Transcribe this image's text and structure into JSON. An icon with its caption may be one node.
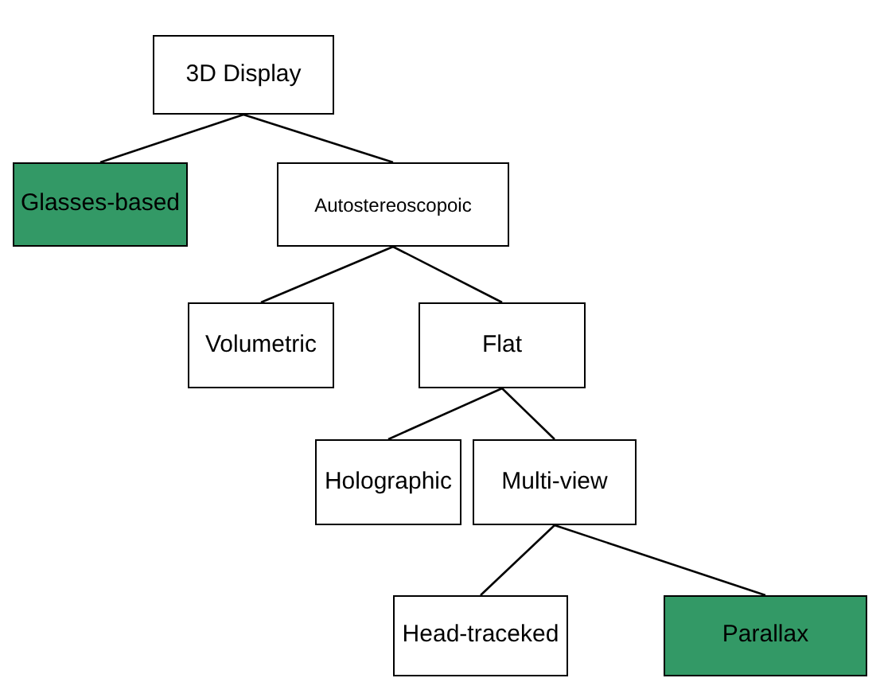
{
  "diagram": {
    "nodes": [
      {
        "text": [
          "3D Display"
        ]
      },
      {
        "text": [
          "Glasses-based"
        ]
      },
      {
        "text": [
          "Autostereoscopoic"
        ]
      },
      {
        "text": [
          "Volumetric"
        ]
      },
      {
        "text": [
          "Flat"
        ]
      },
      {
        "text": [
          "Holographic"
        ]
      },
      {
        "text": [
          "Multi-view"
        ]
      },
      {
        "text": [
          "Head-traceked"
        ]
      },
      {
        "text": [
          "Parallax"
        ]
      }
    ],
    "edges": [
      {
        "from": 0,
        "to": 1,
        "arrow": "none"
      },
      {
        "from": 0,
        "to": 2,
        "arrow": "none"
      },
      {
        "from": 2,
        "to": 3,
        "arrow": "none"
      },
      {
        "from": 2,
        "to": 4,
        "arrow": "none"
      },
      {
        "from": 4,
        "to": 5,
        "arrow": "none"
      },
      {
        "from": 4,
        "to": 6,
        "arrow": "none"
      },
      {
        "from": 6,
        "to": 7,
        "arrow": "none"
      },
      {
        "from": 6,
        "to": 8,
        "arrow": "none"
      }
    ]
  }
}
